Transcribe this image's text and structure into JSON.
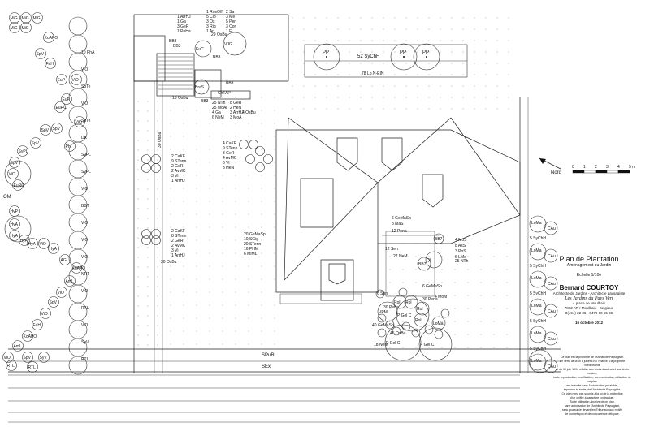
{
  "title": {
    "main": "Plan de Plantation",
    "sub": "Aménagement du Jardin",
    "scale": "Echelle 1/10e",
    "author": "Bernard COURTOY",
    "profession": "Architecte de Jardins - Architecte paysagiste",
    "company": "Les Jardins du Pays Vert",
    "address1": "4 place de Moulbaix",
    "address2": "7812 ATH Moulbaix - Belgique",
    "phone": "0(494) 22 36 - 0479 60 55 36",
    "date": "16 octobre 2012"
  },
  "legal_lines": [
    "Ce plan est la propriété de l'Architecte Paysagiste.",
    "En vertu de la loi 8 juillet 1977 relative à la propriété intellectuelle",
    "et du 30 juin 1994 relative aux droits d'auteur et aux droits voisins,",
    "toute reproduction, modification, communication, utilisation de ce plan",
    "est interdite sans l'autorisation préalable,",
    "expresse et écrite, de l'Architecte Paysagiste.",
    "Ce plan n'est pas soumis à la loi de la protection",
    "d'un chiffre à caractère contractuel.",
    "Toute utilisation abusive de ce plan,",
    "sans autorisation de l'Architecte Paysagiste,",
    "sera poursuivie devant les Tribunaux aux motifs",
    "de contrefaçon et de concurrence déloyale."
  ],
  "north": {
    "label": "Nord"
  },
  "scale_bar": {
    "ticks": [
      "0",
      "1",
      "2",
      "3",
      "4",
      "5 m"
    ]
  },
  "left_label": "OM",
  "bottom_labels": [
    "SPuR",
    "SEx"
  ],
  "top_right": {
    "hedge": "52 SyChH",
    "row": "78 Lo N-EIN",
    "trees": [
      "PP",
      "PP",
      "PP"
    ]
  },
  "top_block": {
    "col1": [
      "1 ArrHJ",
      "1 Ga",
      "3 GeR",
      "1 PeHa"
    ],
    "col2": [
      "1 RosOff",
      "5 Cib",
      "3 Os",
      "3 Rig",
      "1 An"
    ],
    "col3": [
      "2 Sa",
      "3 Me",
      "5 Per",
      "3 Cor",
      "1 Fi"
    ],
    "bottom": "29 OsBu"
  },
  "shed_labels": [
    "BB3",
    "BB3",
    "EuC",
    "VJG",
    "BB3",
    "BraS",
    "BB3",
    "ChTAP",
    "BB3",
    "13 OsBu",
    "4 OsBu"
  ],
  "mid_block": [
    "25 NTh",
    "25 MoAr",
    "4 Ga",
    "6 NeM"
  ],
  "mid_block2": [
    "8 GeR",
    "2 HeN",
    "3 ArrHJ",
    "3 MoA"
  ],
  "vertical_label": "30 OsBu",
  "group1": [
    "2 CaKF",
    "9 STenn",
    "2 GeR",
    "2 AvMC",
    "3 Vi",
    "1 ArrHJ"
  ],
  "group2": [
    "2 CaKF",
    "8 STenn",
    "2 GeR",
    "2 AvMC",
    "3 Vi",
    "1 ArrHJ"
  ],
  "group2_bottom": "30 OsBu",
  "group3": [
    "4 CaKF",
    "9 STenn",
    "3 GeR",
    "4 AvMC",
    "6 Vi",
    "3 HeN"
  ],
  "group4": [
    "20 GeMaSp",
    "10 SGig",
    "20 STenn",
    "16 PHM",
    "6 MiML"
  ],
  "patio_labels": [
    "6 GeMaSp",
    "8 MaS",
    "12 Pena",
    "12 Sen",
    "27 NeM",
    "4 MoS",
    "8 AsS",
    "3 PoS",
    "6 LMo",
    "25 NTh",
    "6 GeMaSp",
    "30 Pena",
    "4 MoM",
    "6 Sen",
    "40 GeMaSp",
    "18 NeM",
    "45 OsBu",
    "30 Pena"
  ],
  "tree_labels": [
    "P Gel C",
    "P Gel C",
    "P Gel C",
    "VPM",
    "Rol",
    "Rol",
    "Rol",
    "Rol",
    "LoMa",
    "BB7",
    "Ql",
    "BB7"
  ],
  "left_hedge": [
    "MiG",
    "MiG",
    "MiG",
    "MiG",
    "MiG",
    "KoAPO",
    "FaH",
    "SpV",
    "EuP",
    "EuP",
    "ViO",
    "ViO",
    "EuRC",
    "SpV",
    "SpV",
    "SpV",
    "Phi",
    "SyPL",
    "SpV",
    "ViO",
    "EuRC",
    "HyP",
    "HyA",
    "HyA",
    "HyA",
    "HyA",
    "ViO",
    "HyA",
    "AGi",
    "KoAPO",
    "AmL",
    "ViO",
    "SpV",
    "ViO",
    "FaH",
    "KoAPO",
    "AmL",
    "ViO",
    "SpV",
    "SyV",
    "RTL",
    "RTL"
  ],
  "right_hedge": [
    "10 PhA",
    "ViO",
    "SpTe",
    "ViO",
    "SpTe",
    "DK",
    "SyPL",
    "SyPL",
    "ViO",
    "BBT",
    "ViO",
    "ViO",
    "ViO",
    "NRT",
    "ViO",
    "RTL",
    "ViO",
    "SyV",
    "RTL"
  ],
  "east_column": [
    "LoMa",
    "5 SyChH",
    "LoMa",
    "5 SyChH",
    "LoMa",
    "5 SyChH",
    "LoMa",
    "5 SyChH",
    "LoMa",
    "5 SyChH",
    "LoMa"
  ],
  "east_cau": [
    "CAu",
    "CAu",
    "CAu",
    "CAu",
    "CAu",
    "CAu"
  ]
}
